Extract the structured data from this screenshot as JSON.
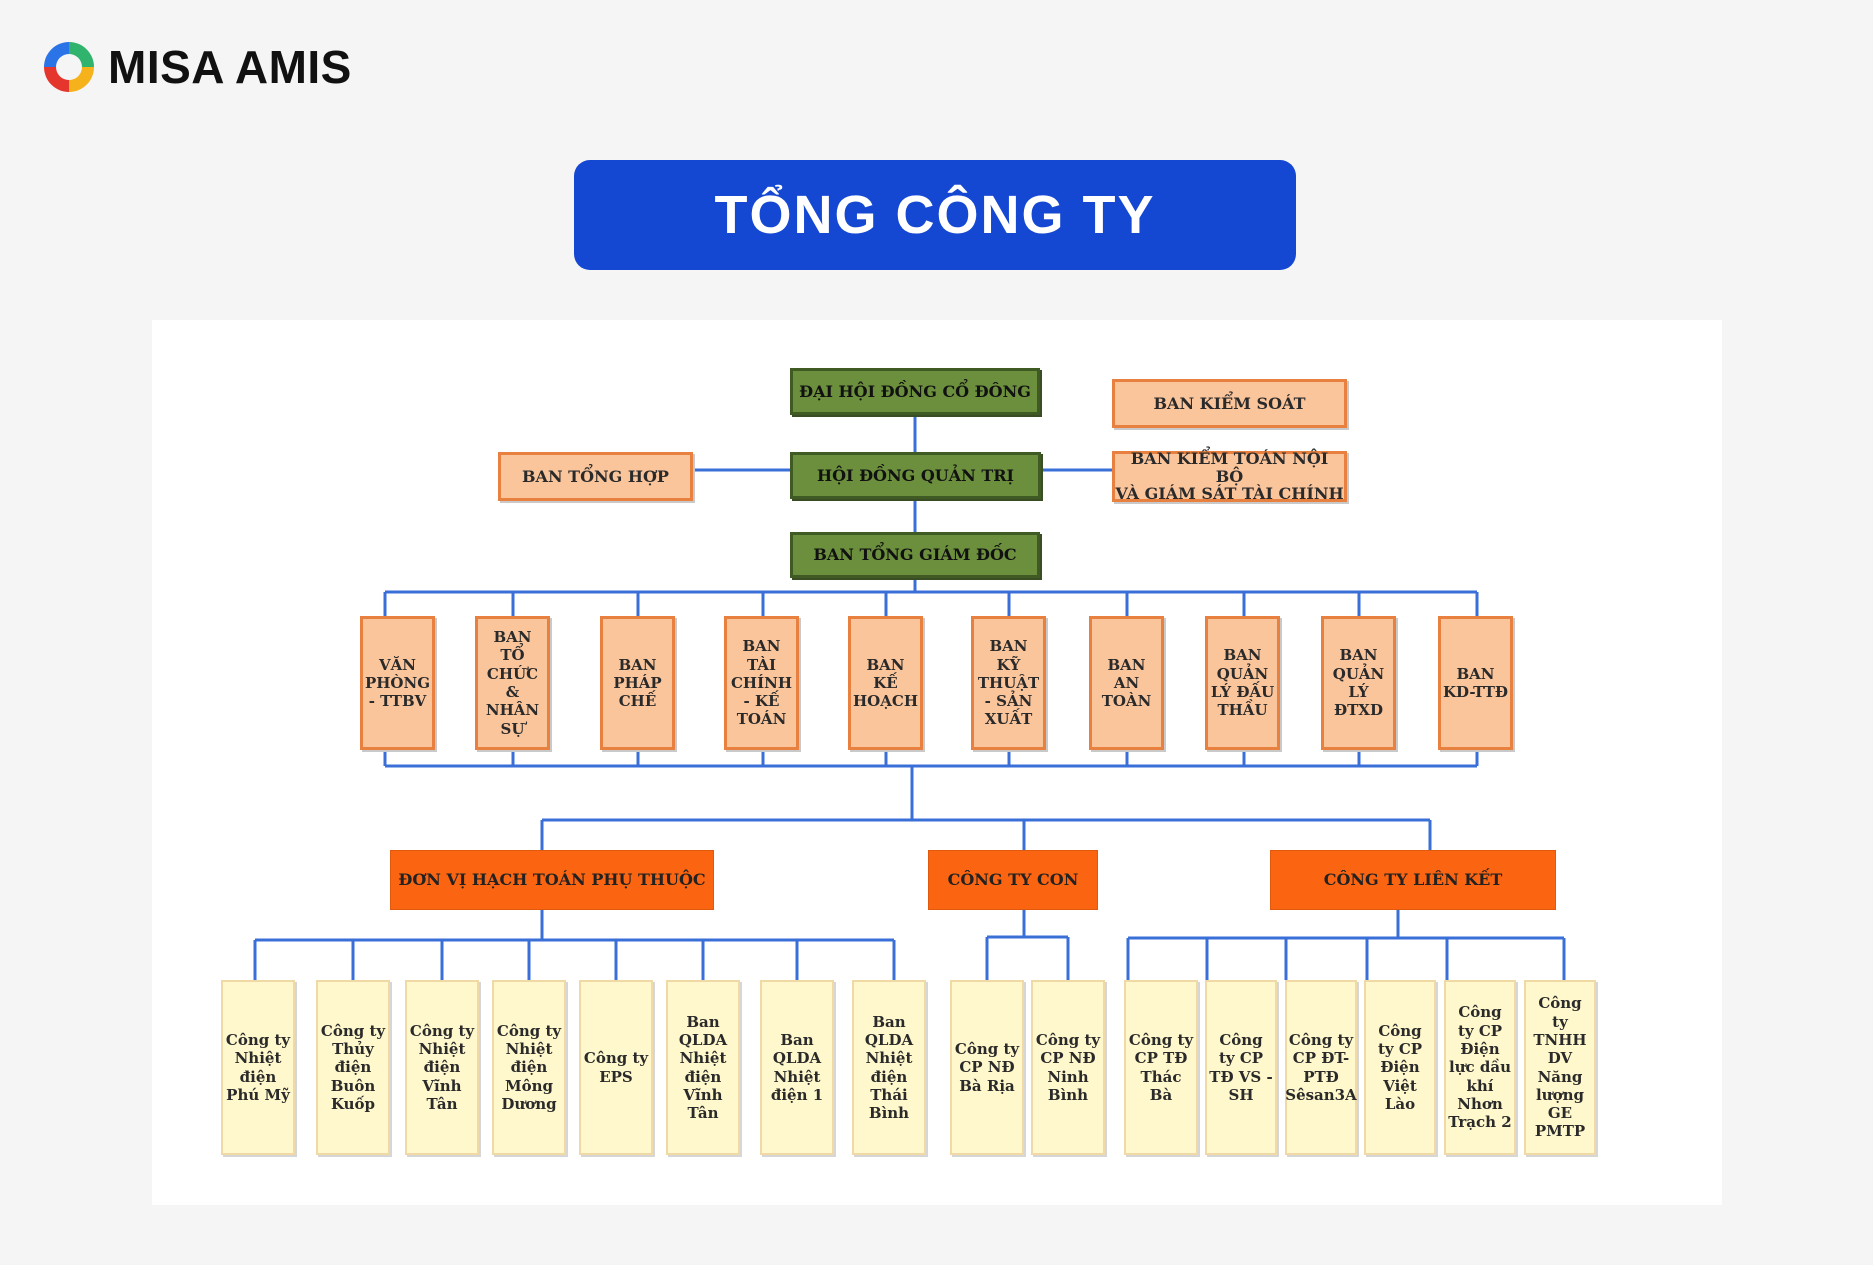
{
  "brand": {
    "name": "MISA AMIS",
    "icon": "misa-amis-logo-icon"
  },
  "banner": {
    "title": "TỔNG CÔNG TY"
  },
  "colors": {
    "banner": "#1448d2",
    "connector": "#3a6fd8",
    "board": "#6b8f3c",
    "department": "#fbc59c",
    "unit_group": "#fb6511",
    "subsidiary": "#fff8cc"
  },
  "org": {
    "shareholders": "ĐẠI HỘI ĐỒNG CỔ ĐÔNG",
    "supervisory": "BAN KIỂM SOÁT",
    "general_affairs": "BAN TỔNG HỢP",
    "board": "HỘI ĐỒNG QUẢN TRỊ",
    "audit": "BAN KIỂM TOÁN NỘI BỘ\nVÀ GIÁM SÁT TÀI CHÍNH",
    "executive": "BAN TỔNG GIÁM ĐỐC",
    "departments": [
      "VĂN PHÒNG - TTBV",
      "BAN TỔ CHỨC & NHÂN SỰ",
      "BAN PHÁP CHẾ",
      "BAN TÀI CHÍNH - KẾ TOÁN",
      "BAN KẾ HOẠCH",
      "BAN KỸ THUẬT - SẢN XUẤT",
      "BAN AN TOÀN",
      "BAN QUẢN LÝ ĐẤU THẦU",
      "BAN QUẢN LÝ ĐTXD",
      "BAN KD-TTĐ"
    ],
    "groups": [
      {
        "label": "ĐƠN VỊ HẠCH TOÁN PHỤ THUỘC",
        "units": [
          "Công ty Nhiệt điện Phú Mỹ",
          "Công ty Thủy điện Buôn Kuốp",
          "Công ty Nhiệt điện Vĩnh Tân",
          "Công ty Nhiệt điện Mông Dương",
          "Công ty EPS",
          "Ban QLDA Nhiệt điện Vĩnh Tân",
          "Ban QLDA Nhiệt điện 1",
          "Ban QLDA Nhiệt điện Thái Bình"
        ]
      },
      {
        "label": "CÔNG TY CON",
        "units": [
          "Công ty CP NĐ Bà Rịa",
          "Công ty CP NĐ Ninh Bình"
        ]
      },
      {
        "label": "CÔNG TY LIÊN KẾT",
        "units": [
          "Công ty CP TĐ Thác Bà",
          "Công ty CP TĐ VS -SH",
          "Công ty CP ĐT-PTĐ Sêsan3A",
          "Công ty CP Điện Việt Lào",
          "Công ty CP Điện lực dầu khí Nhơn Trạch 2",
          "Công ty TNHH DV Năng lượng GE PMTP"
        ]
      }
    ]
  }
}
